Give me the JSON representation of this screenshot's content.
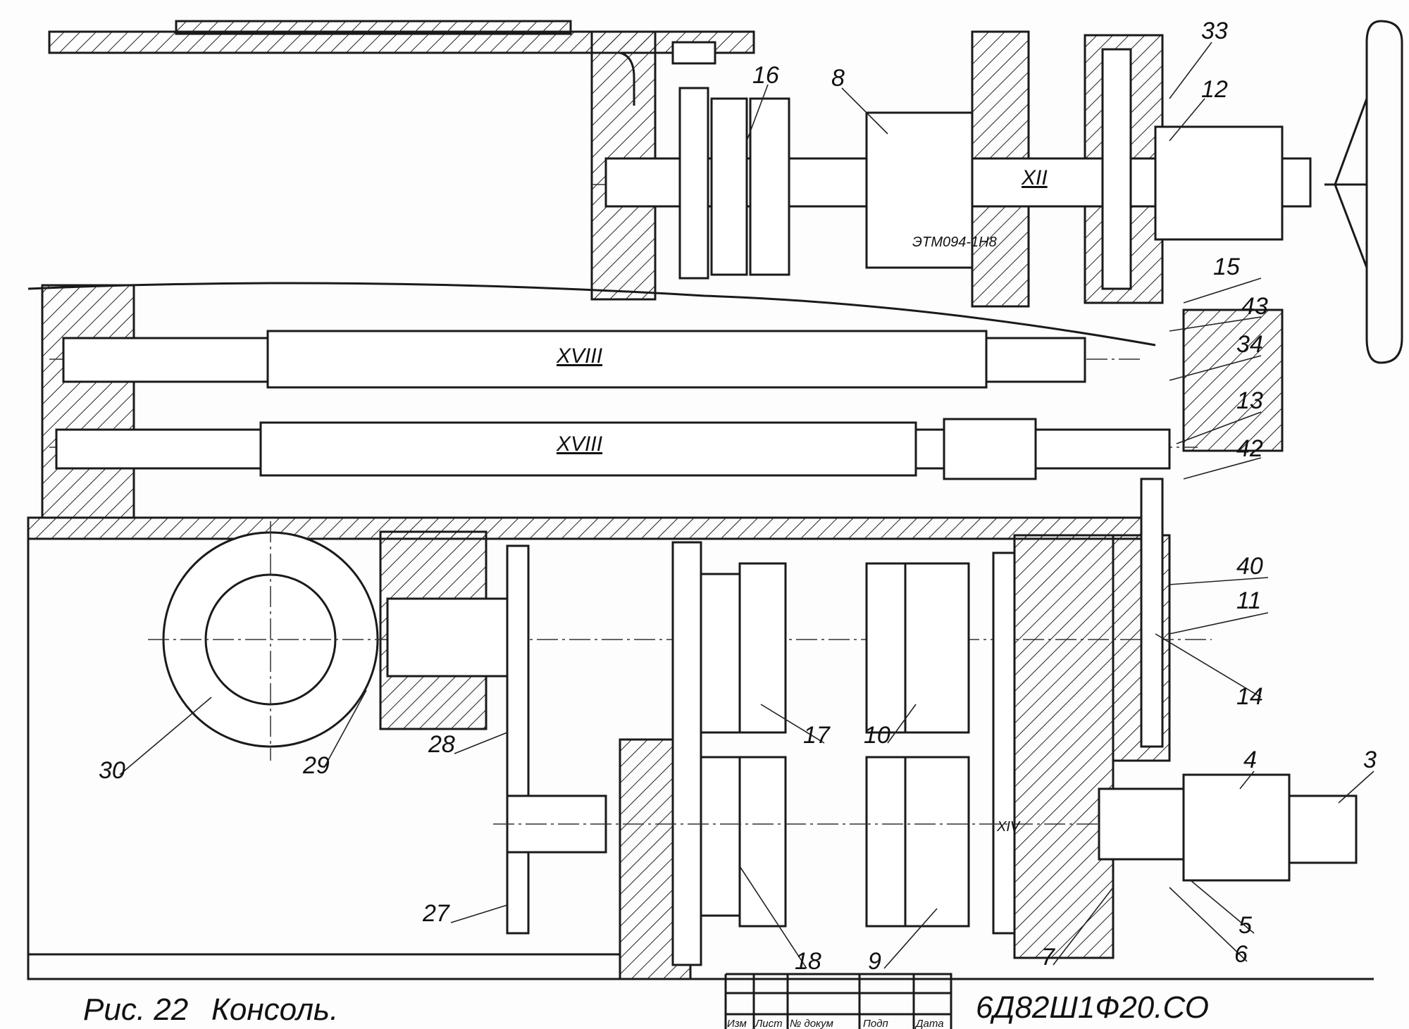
{
  "figure": {
    "caption_number": "Рис. 22",
    "caption_title": "Консоль.",
    "drawing_code": "6Д82Ш1Ф20.СО"
  },
  "title_block": {
    "headers": [
      "Изм",
      "Лист",
      "№ докум",
      "Подп",
      "Дата"
    ]
  },
  "annotations": {
    "part_code": "ЭТМ094-1Н8",
    "shafts": {
      "xii": "XII",
      "xviii_upper": "XVIII",
      "xviii_lower": "XVIII",
      "xiv": "XIV"
    }
  },
  "callouts": {
    "c33": "33",
    "c12": "12",
    "c16": "16",
    "c8": "8",
    "c15": "15",
    "c43": "43",
    "c34": "34",
    "c13": "13",
    "c42": "42",
    "c40": "40",
    "c11": "11",
    "c14": "14",
    "c17": "17",
    "c10": "10",
    "c30": "30",
    "c29": "29",
    "c28": "28",
    "c4": "4",
    "c3": "3",
    "c27": "27",
    "c5": "5",
    "c6": "6",
    "c7": "7",
    "c18": "18",
    "c9": "9"
  }
}
